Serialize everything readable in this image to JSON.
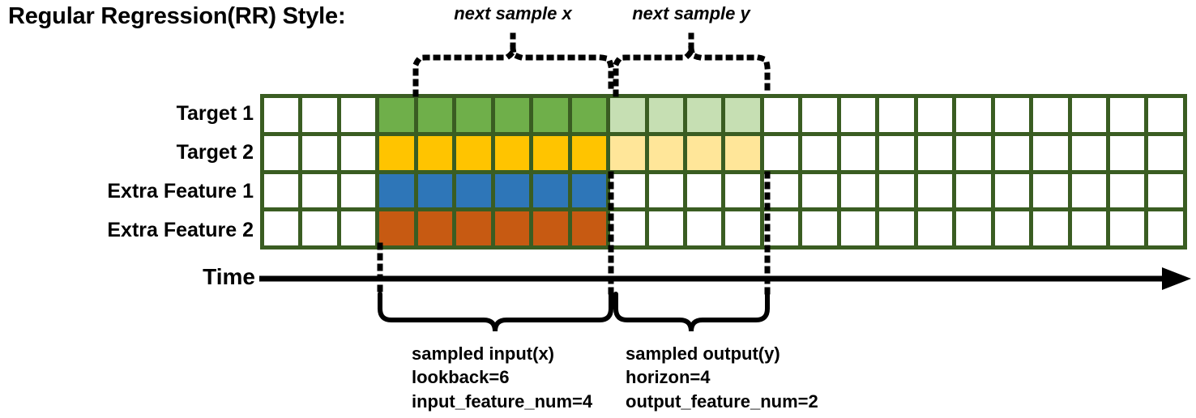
{
  "title": "Regular Regression(RR) Style:",
  "rows": [
    {
      "label": "Target 1",
      "color_key": "green",
      "faded_key": "lightgreen",
      "has_output": true
    },
    {
      "label": "Target 2",
      "color_key": "yellow",
      "faded_key": "lightyellow",
      "has_output": true
    },
    {
      "label": "Extra Feature 1",
      "color_key": "blue",
      "faded_key": "white",
      "has_output": false
    },
    {
      "label": "Extra Feature 2",
      "color_key": "orange",
      "faded_key": "white",
      "has_output": false
    }
  ],
  "grid": {
    "total_columns": 24,
    "leading_blank_columns": 3,
    "input_columns": 6,
    "output_columns": 4,
    "trailing_blank_columns": 11
  },
  "axis": {
    "label": "Time"
  },
  "top_annotations": [
    {
      "text": "next sample x"
    },
    {
      "text": "next sample y"
    }
  ],
  "bottom_annotations": [
    {
      "title": "sampled input(x)",
      "line2": "lookback=6",
      "line3": "input_feature_num=4"
    },
    {
      "title": "sampled output(y)",
      "line2": "horizon=4",
      "line3": "output_feature_num=2"
    }
  ],
  "colors": {
    "green": "#6faf4a",
    "lightgreen": "#c6dfb3",
    "yellow": "#ffc400",
    "lightyellow": "#ffe699",
    "blue": "#2e76b8",
    "orange": "#c75a12",
    "white": "#ffffff",
    "grid_border": "#3a5d22",
    "ink": "#000000"
  }
}
